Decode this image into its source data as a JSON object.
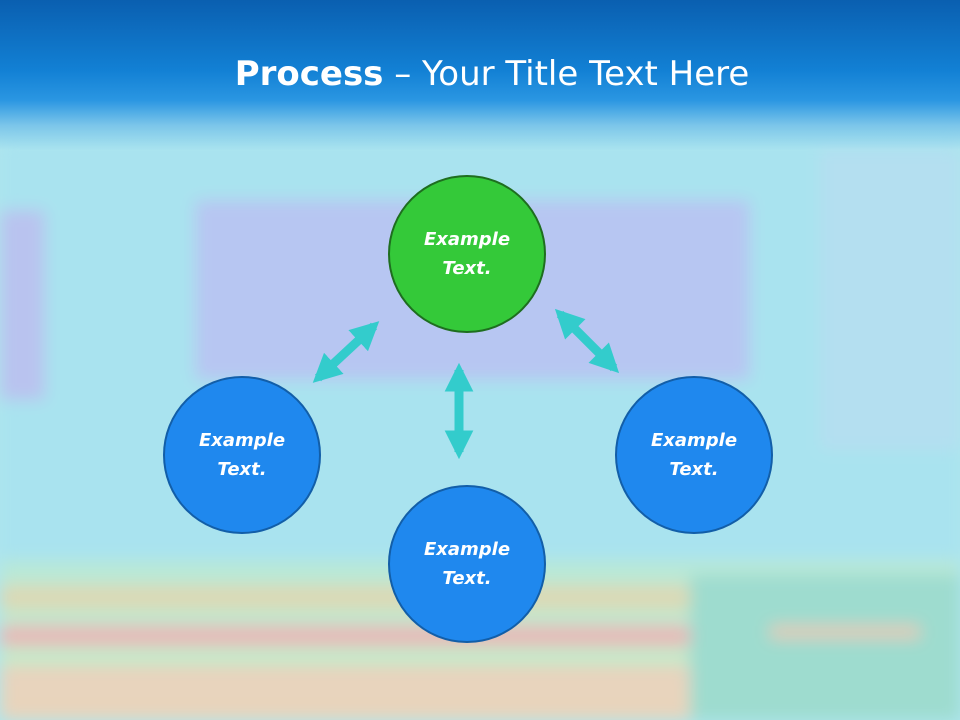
{
  "slide": {
    "title_bold": "Process",
    "title_rest": " – Your Title Text Here"
  },
  "diagram": {
    "nodes": [
      {
        "id": "top",
        "label": "Example Text.",
        "color": "#34c939"
      },
      {
        "id": "left",
        "label": "Example Text.",
        "color": "#1f88ee"
      },
      {
        "id": "right",
        "label": "Example Text.",
        "color": "#1f88ee"
      },
      {
        "id": "bottom",
        "label": "Example Text.",
        "color": "#1f88ee"
      }
    ],
    "connector_color": "#33cccc",
    "connectors": [
      {
        "from": "top",
        "to": "left",
        "style": "double-arrow"
      },
      {
        "from": "top",
        "to": "right",
        "style": "double-arrow"
      },
      {
        "from": "top",
        "to": "bottom",
        "style": "double-arrow"
      }
    ]
  }
}
